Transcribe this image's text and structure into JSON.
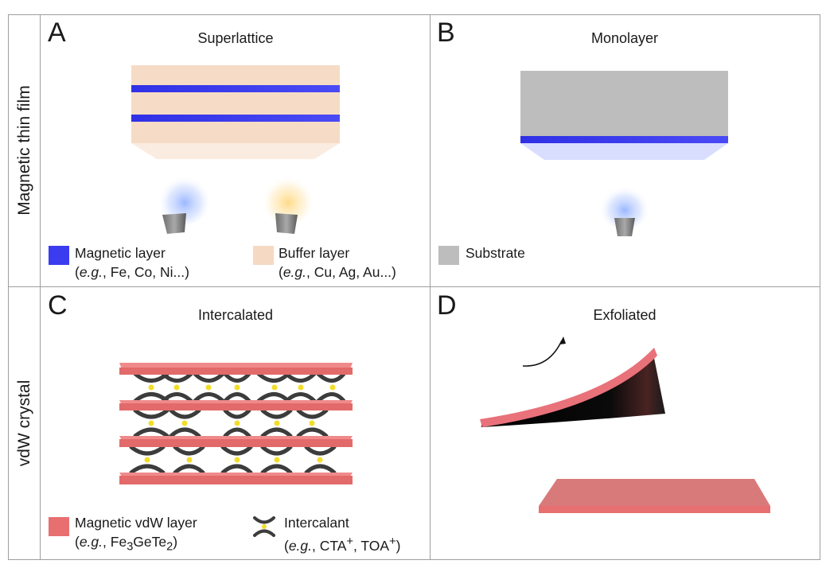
{
  "row_labels": {
    "top": "Magnetic thin film",
    "bottom": "vdW crystal"
  },
  "panels": {
    "A": {
      "letter": "A",
      "title": "Superlattice",
      "legend": [
        {
          "label": "Magnetic layer",
          "example_prefix": "e.g.",
          "example_rest": ", Fe, Co, Ni...)",
          "color": "#3b3bf0"
        },
        {
          "label": "Buffer layer",
          "example_prefix": "e.g.",
          "example_rest": ", Cu, Ag, Au...)",
          "color": "#f5d9c3"
        }
      ]
    },
    "B": {
      "letter": "B",
      "title": "Monolayer",
      "legend": [
        {
          "label": "Substrate",
          "color": "#bdbdbd"
        }
      ]
    },
    "C": {
      "letter": "C",
      "title": "Intercalated",
      "legend": [
        {
          "label": "Magnetic vdW layer",
          "example_prefix": "e.g.",
          "example_rest": ", Fe",
          "color": "#e86f6f"
        },
        {
          "label": "Intercalant",
          "example_prefix": "e.g.",
          "example_rest": ", CTA",
          "color": "#444444"
        }
      ]
    },
    "D": {
      "letter": "D",
      "title": "Exfoliated"
    }
  }
}
